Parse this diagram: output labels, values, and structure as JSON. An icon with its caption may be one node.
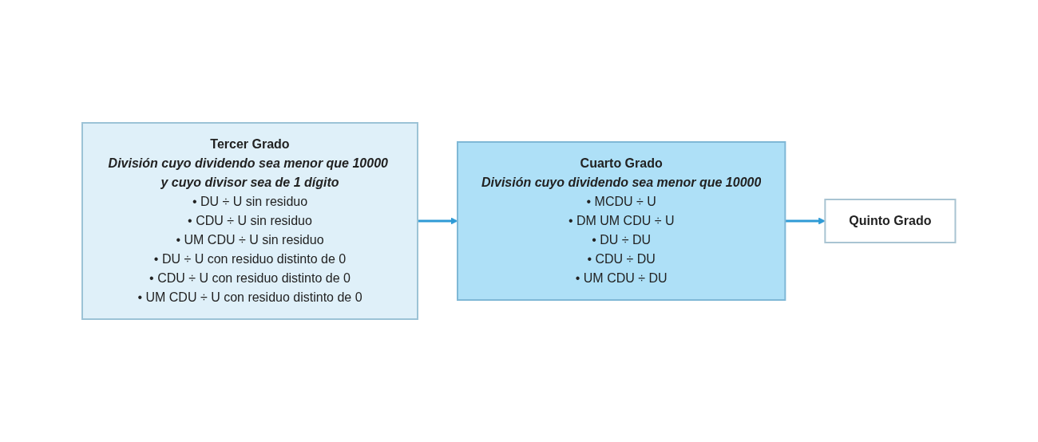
{
  "diagram": {
    "nodes": [
      {
        "text": [
          "Tercer Grado",
          "División cuyo dividendo sea menor que 10000 y cuyo divisor sea de 1 dígito",
          "• DU ÷ U sin residuo",
          "• CDU ÷ U sin residuo",
          "• UM CDU ÷ U sin residuo",
          "• DU ÷ U con residuo distinto de 0",
          "• CDU ÷ U con residuo distinto de 0",
          "• UM CDU ÷ U con residuo distinto de 0"
        ]
      },
      {
        "text": [
          "Cuarto Grado",
          "División cuyo dividendo sea menor que 10000",
          "• MCDU ÷ U",
          "• DM UM CDU ÷ U",
          "• DU ÷ DU",
          "• CDU ÷ DU",
          "• UM CDU ÷ DU"
        ]
      },
      {
        "text": [
          "Quinto Grado"
        ]
      }
    ],
    "edges": [
      {
        "from": 0,
        "to": 1,
        "arrow": "to"
      },
      {
        "from": 1,
        "to": 2,
        "arrow": "to"
      }
    ]
  }
}
